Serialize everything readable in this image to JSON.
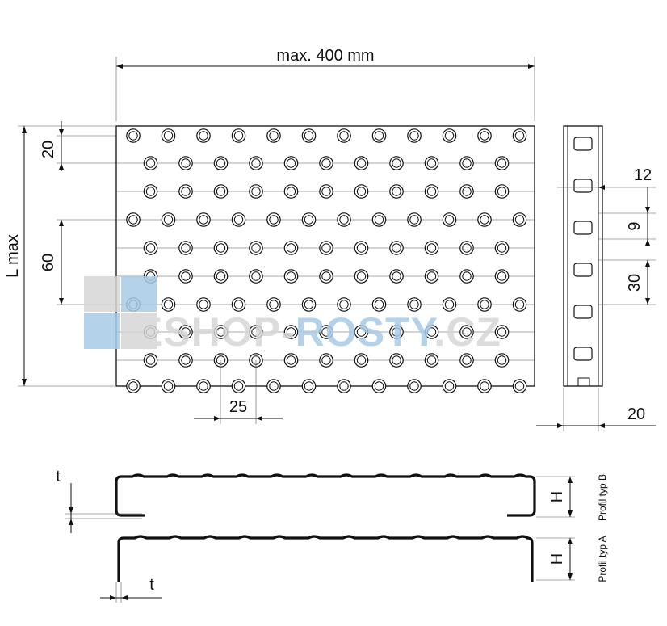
{
  "dimensions": {
    "width": "max. 400 mm",
    "length": "L max",
    "edge_pitch": "20",
    "row_pitch": "60",
    "col_pitch": "25",
    "side_12": "12",
    "side_9": "9",
    "side_30": "30",
    "side_depth": "20",
    "thickness_b": "t",
    "thickness_a": "t",
    "height_b": "H",
    "height_a": "H"
  },
  "profiles": {
    "type_b": "Profil typ B",
    "type_a": "Profil typ A"
  },
  "watermark": {
    "text": "ESHOP-ROSTY.CZ",
    "part1": "ESHOP-",
    "part2": "ROSTY",
    "part3": ".CZ"
  },
  "colors": {
    "line": "#111111",
    "watermark_blue": "#a9cbe8",
    "watermark_gray": "#d6d6d6"
  }
}
